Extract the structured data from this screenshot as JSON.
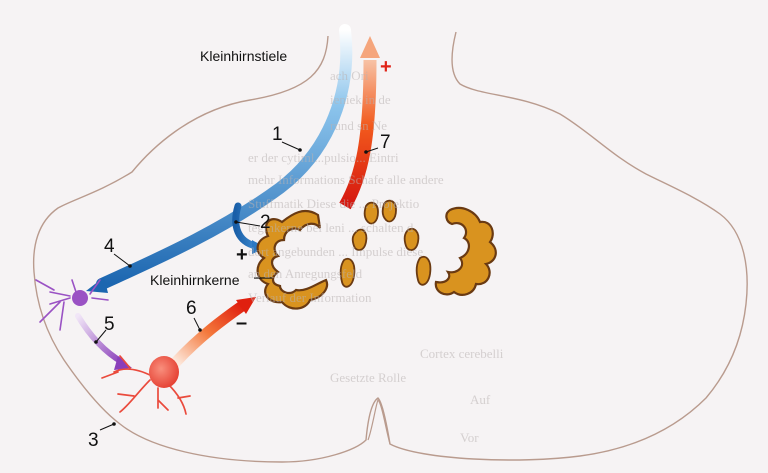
{
  "labels": {
    "peduncles": "Kleinhirnstiele",
    "nuclei": "Kleinhirnkerne",
    "n1": "1",
    "n2": "2",
    "n3": "3",
    "n4": "4",
    "n5": "5",
    "n6": "6",
    "n7": "7"
  },
  "signs": {
    "plus_top": "+",
    "plus_nuclei": "+",
    "minus_purkinje": "–"
  },
  "background_text": [
    "ach Ori",
    "ieniek in de",
    "rund sn Ne",
    "er der cytiml...pulsio... Eintri",
    "mehr Informations Schafe alle andere",
    "Stuffmatik Diese die ... Projektio",
    "tegmkerne bei leni ... schalten d",
    "dort angebunden ... Impulse diese",
    "an den Anregungsfeld",
    "Verlauf der Information",
    "Gesetzte Rolle",
    "Cortex cerebelli",
    "Auf",
    "Vor"
  ],
  "colors": {
    "outline": "#b99b8e",
    "blue": "#1f6fb7",
    "nucleus_fill": "#d9931f",
    "nucleus_stroke": "#6a3a12",
    "red": "#e8301c",
    "purkinje": "#ea4a3c",
    "granule": "#9a52c4"
  }
}
